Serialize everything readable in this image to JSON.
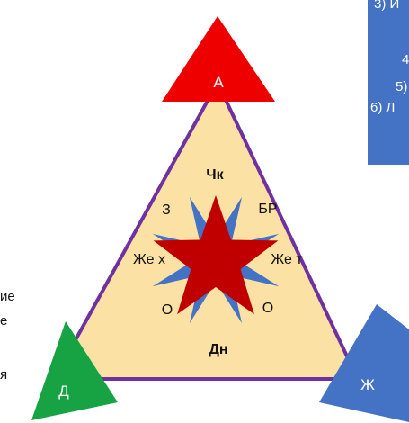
{
  "colors": {
    "triangle_fill": "#fbe2a4",
    "triangle_stroke": "#6f31a0",
    "red": "#ee0000",
    "green": "#17a244",
    "blue": "#4472c4",
    "star_red": "#c00000",
    "star_blue": "#4472c4",
    "panel": "#4472c4"
  },
  "corners": {
    "top_label": "А",
    "left_label": "Д",
    "right_label": "Ж"
  },
  "center": {
    "top_label": "Чк",
    "bottom_label": "Дн",
    "upper_left": "З",
    "upper_right": "БР",
    "mid_left": "Же х",
    "mid_right": "Же т",
    "lower_left": "О",
    "lower_right": "О"
  },
  "panel": {
    "lines": [
      "3) И",
      "4",
      "5)",
      "6) Л"
    ]
  },
  "left_fragments": [
    "ие",
    "е",
    "я"
  ]
}
